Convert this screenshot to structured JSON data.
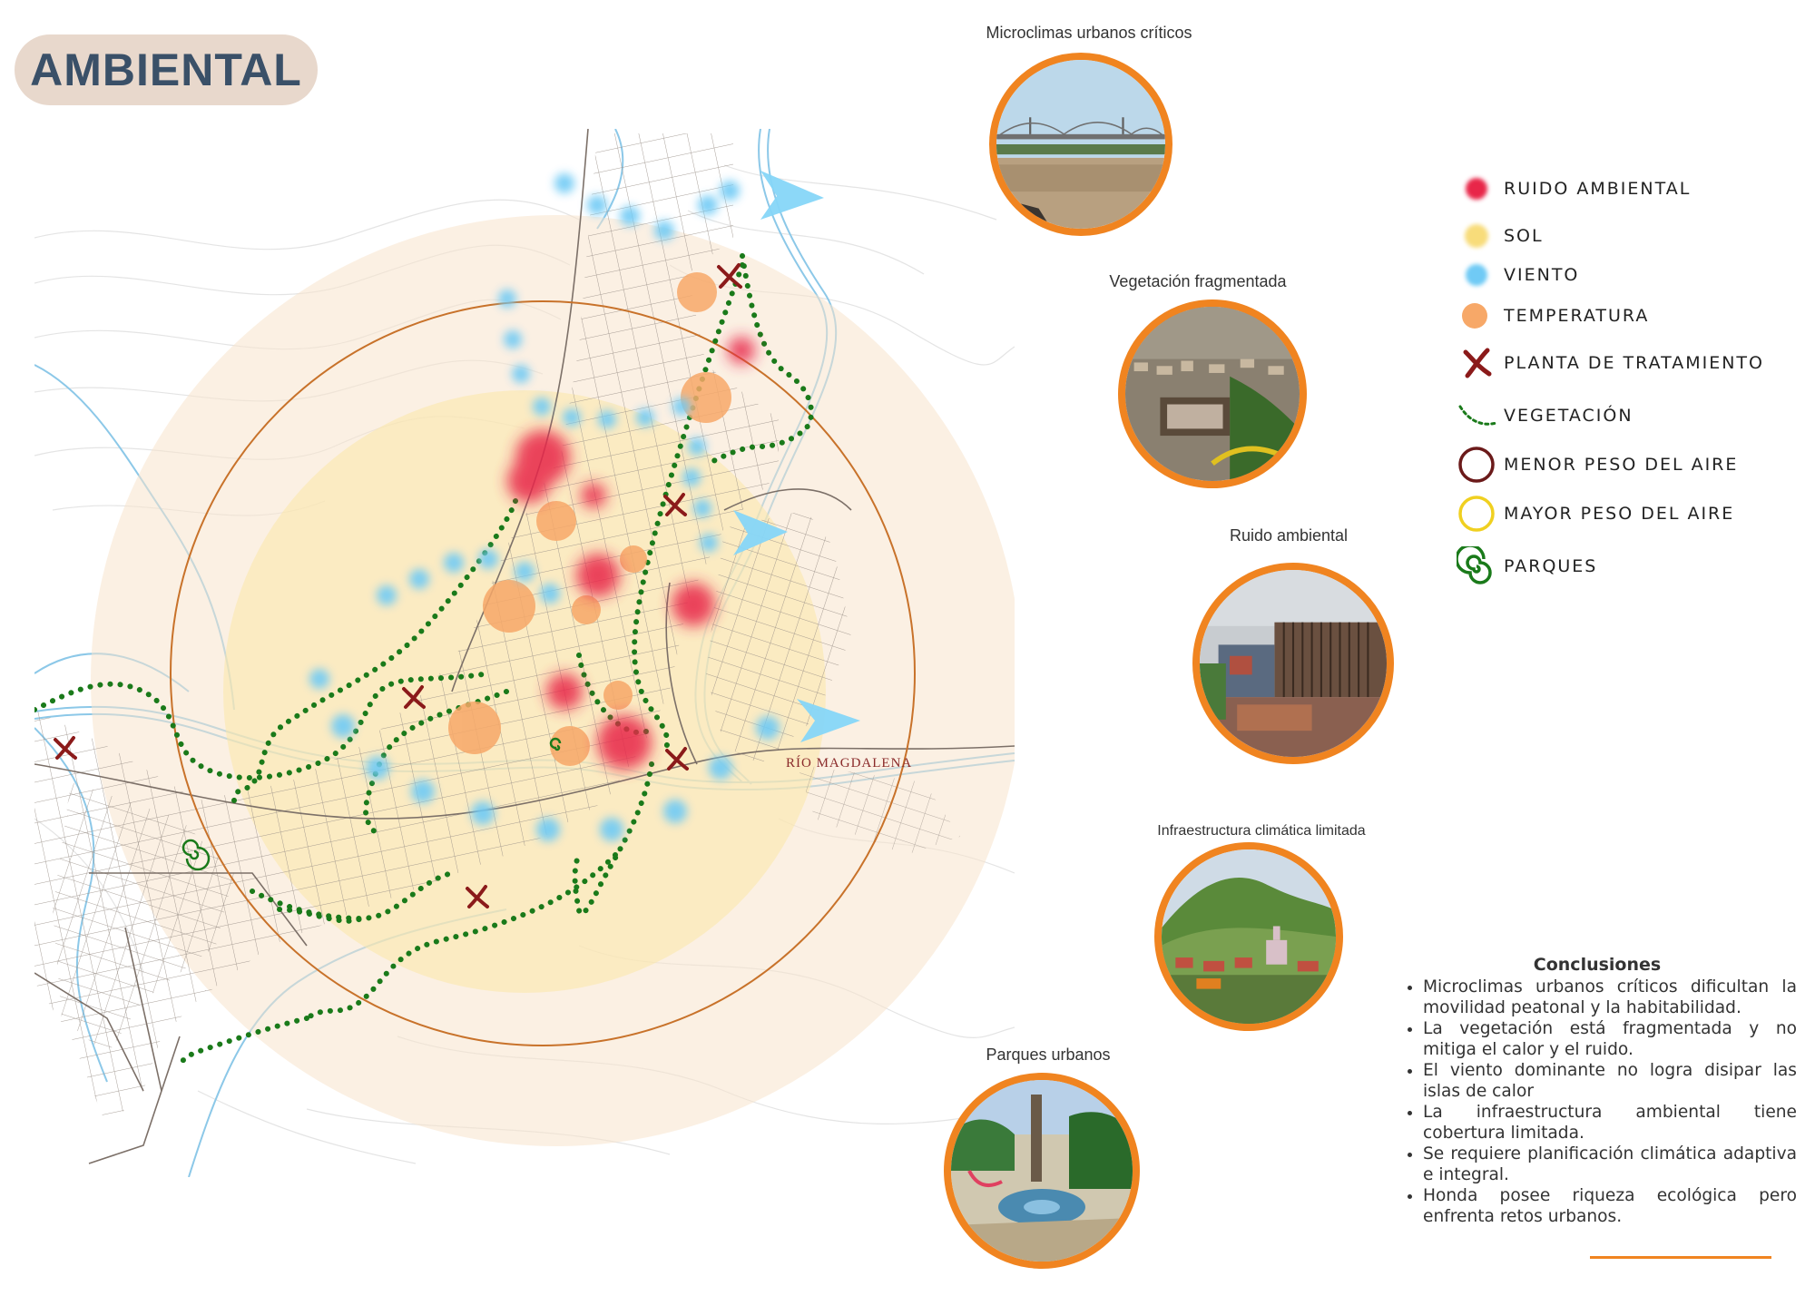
{
  "header": {
    "title": "AMBIENTAL"
  },
  "colors": {
    "accent_orange": "#f08420",
    "title_pill": "#e8d8cc",
    "title_text": "#3a5068",
    "ruido": "#e8284a",
    "sol": "#f8dc7a",
    "viento": "#6fcaf5",
    "temperatura": "#f7a868",
    "planta": "#8b1a1a",
    "vegetacion": "#1a7a1a",
    "menor_peso": "#6b1a1a",
    "mayor_peso": "#f0d020"
  },
  "map": {
    "river_label": "RÍO MAGDALENA"
  },
  "photos": [
    {
      "caption": "Microclimas urbanos críticos",
      "scene": "bridge-river"
    },
    {
      "caption": "Vegetación fragmentada",
      "scene": "aerial-town"
    },
    {
      "caption": "Ruido ambiental",
      "scene": "shacks"
    },
    {
      "caption": "Infraestructura climática limitada",
      "scene": "hill-town"
    },
    {
      "caption": "Parques urbanos",
      "scene": "park-fountain"
    }
  ],
  "legend": [
    {
      "label": "RUIDO AMBIENTAL",
      "icon": "red-blob-icon"
    },
    {
      "label": "SOL",
      "icon": "yellow-blob-icon"
    },
    {
      "label": "VIENTO",
      "icon": "blue-blob-icon"
    },
    {
      "label": "TEMPERATURA",
      "icon": "orange-circle-icon"
    },
    {
      "label": "PLANTA DE TRATAMIENTO",
      "icon": "treatment-plant-icon"
    },
    {
      "label": "VEGETACIÓN",
      "icon": "dotted-line-icon"
    },
    {
      "label": "MENOR PESO DEL AIRE",
      "icon": "dark-red-ring-icon"
    },
    {
      "label": "MAYOR PESO DEL AIRE",
      "icon": "yellow-ring-icon"
    },
    {
      "label": "PARQUES",
      "icon": "spiral-icon"
    }
  ],
  "conclusions": {
    "title": "Conclusiones",
    "items": [
      "Microclimas urbanos críticos dificultan la movilidad peatonal y la habitabilidad.",
      "La vegetación está fragmentada y no mitiga el calor y el ruido.",
      "El viento dominante no logra disipar las islas de calor",
      "La infraestructura ambiental tiene cobertura limitada.",
      "Se requiere planificación climática adaptiva e integral.",
      "Honda posee riqueza ecológica pero enfrenta retos urbanos."
    ]
  }
}
